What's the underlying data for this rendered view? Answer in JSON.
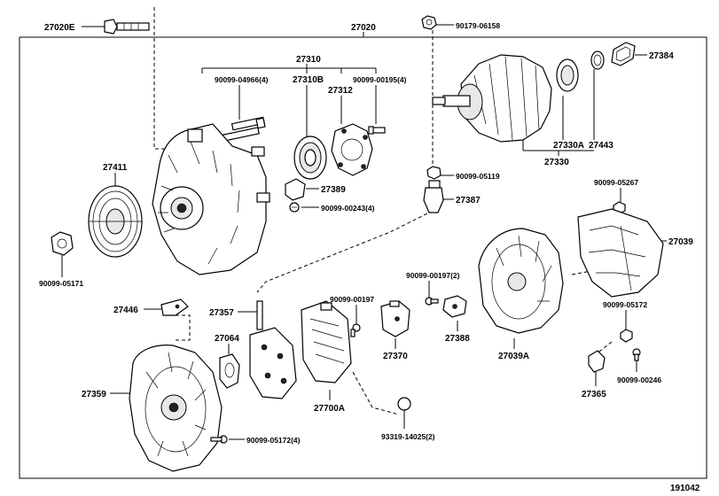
{
  "labels": [
    {
      "id": "p27020E",
      "text": "27020E"
    },
    {
      "id": "p27020",
      "text": "27020"
    },
    {
      "id": "p90179_06158",
      "text": "90179-06158"
    },
    {
      "id": "p27310",
      "text": "27310"
    },
    {
      "id": "p90099_04966",
      "text": "90099-04966(4)"
    },
    {
      "id": "p27310B",
      "text": "27310B"
    },
    {
      "id": "p27312",
      "text": "27312"
    },
    {
      "id": "p90099_00195",
      "text": "90099-00195(4)"
    },
    {
      "id": "p27384",
      "text": "27384"
    },
    {
      "id": "p27330A",
      "text": "27330A"
    },
    {
      "id": "p27443",
      "text": "27443"
    },
    {
      "id": "p27330",
      "text": "27330"
    },
    {
      "id": "p27411",
      "text": "27411"
    },
    {
      "id": "p27389",
      "text": "27389"
    },
    {
      "id": "p90099_00243",
      "text": "90099-00243(4)"
    },
    {
      "id": "p90099_05119",
      "text": "90099-05119"
    },
    {
      "id": "p27387",
      "text": "27387"
    },
    {
      "id": "p90099_05267",
      "text": "90099-05267"
    },
    {
      "id": "p27039",
      "text": "27039"
    },
    {
      "id": "p90099_05171",
      "text": "90099-05171"
    },
    {
      "id": "p90099_00197_2",
      "text": "90099-00197(2)"
    },
    {
      "id": "p27446",
      "text": "27446"
    },
    {
      "id": "p27357",
      "text": "27357"
    },
    {
      "id": "p90099_00197",
      "text": "90099-00197"
    },
    {
      "id": "p90099_05172",
      "text": "90099-05172"
    },
    {
      "id": "p27064",
      "text": "27064"
    },
    {
      "id": "p27388",
      "text": "27388"
    },
    {
      "id": "p27370",
      "text": "27370"
    },
    {
      "id": "p27039A",
      "text": "27039A"
    },
    {
      "id": "p27359",
      "text": "27359"
    },
    {
      "id": "p27700A",
      "text": "27700A"
    },
    {
      "id": "p27365",
      "text": "27365"
    },
    {
      "id": "p90099_00246",
      "text": "90099-00246"
    },
    {
      "id": "p93319_14025",
      "text": "93319-14025(2)"
    },
    {
      "id": "p90099_05172_4",
      "text": "90099-05172(4)"
    },
    {
      "id": "p191042",
      "text": "191042"
    }
  ]
}
